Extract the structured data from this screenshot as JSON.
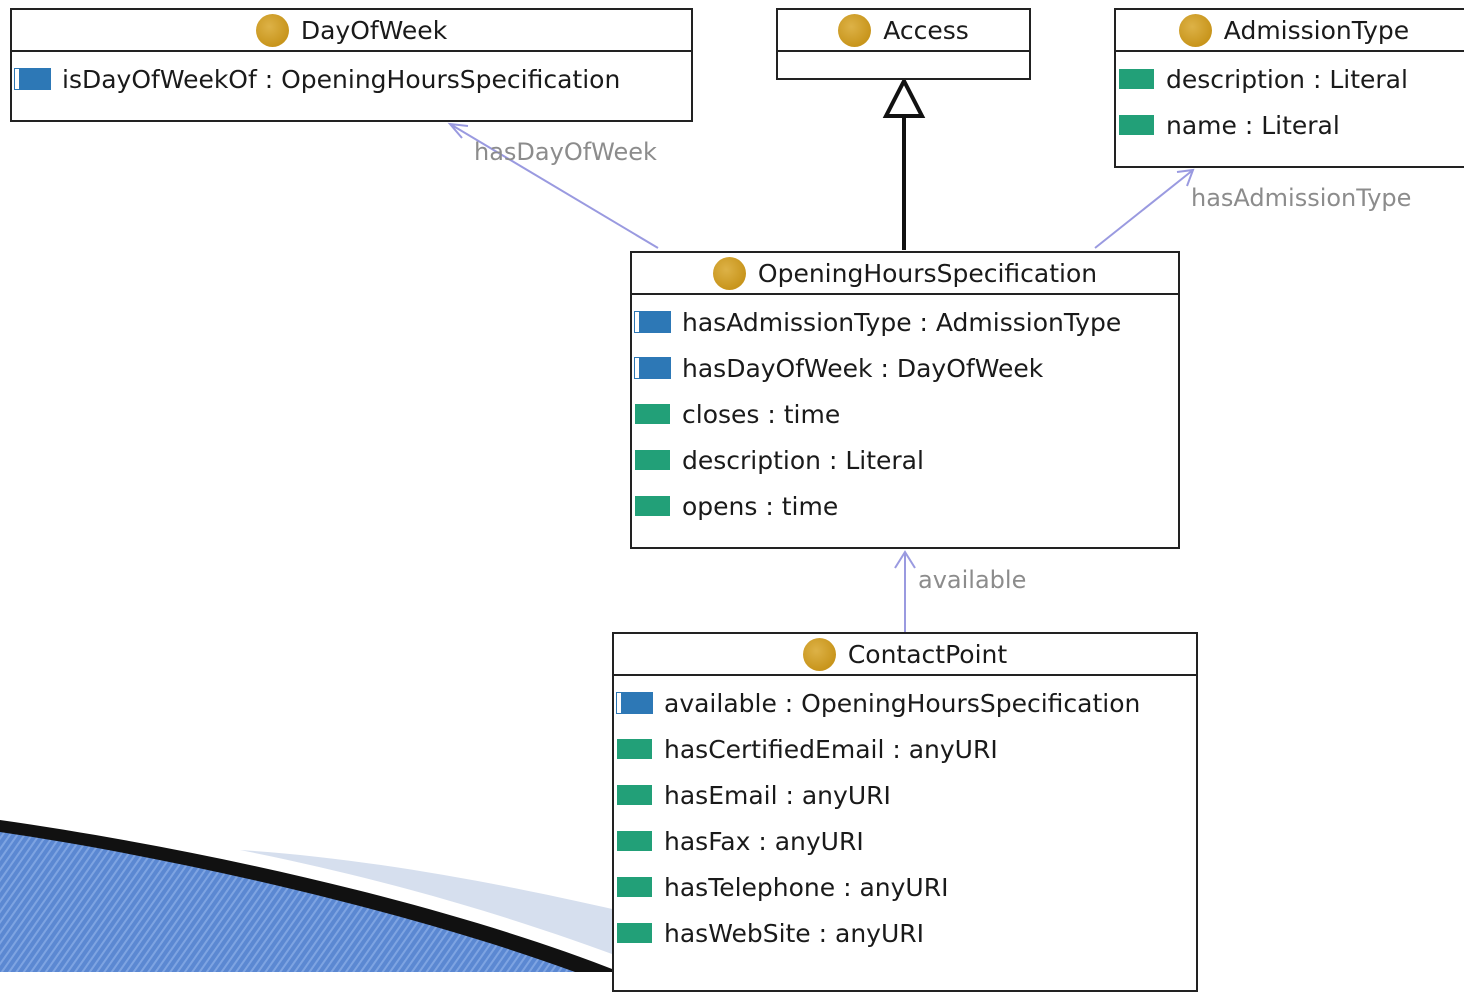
{
  "classes": {
    "dayofweek": {
      "name": "DayOfWeek",
      "attrs": [
        {
          "text": "isDayOfWeekOf : OpeningHoursSpecification",
          "kind": "object"
        }
      ]
    },
    "access": {
      "name": "Access",
      "attrs": []
    },
    "admissiontype": {
      "name": "AdmissionType",
      "attrs": [
        {
          "text": "description : Literal",
          "kind": "data"
        },
        {
          "text": "name : Literal",
          "kind": "data"
        }
      ]
    },
    "openinghours": {
      "name": "OpeningHoursSpecification",
      "attrs": [
        {
          "text": "hasAdmissionType : AdmissionType",
          "kind": "object"
        },
        {
          "text": "hasDayOfWeek : DayOfWeek",
          "kind": "object"
        },
        {
          "text": "closes : time",
          "kind": "data"
        },
        {
          "text": "description : Literal",
          "kind": "data"
        },
        {
          "text": "opens : time",
          "kind": "data"
        }
      ]
    },
    "contactpoint": {
      "name": "ContactPoint",
      "attrs": [
        {
          "text": "available : OpeningHoursSpecification",
          "kind": "object"
        },
        {
          "text": "hasCertifiedEmail : anyURI",
          "kind": "data"
        },
        {
          "text": "hasEmail : anyURI",
          "kind": "data"
        },
        {
          "text": "hasFax : anyURI",
          "kind": "data"
        },
        {
          "text": "hasTelephone : anyURI",
          "kind": "data"
        },
        {
          "text": "hasWebSite : anyURI",
          "kind": "data"
        }
      ]
    }
  },
  "edges": {
    "has_day_of_week": "hasDayOfWeek",
    "has_admission_type": "hasAdmissionType",
    "available": "available"
  },
  "colors": {
    "class_dot": "#c8951c",
    "object_property": "#2d78b6",
    "data_property": "#22a078",
    "association_line": "#9a9ae0",
    "edge_label": "#8c8c8c",
    "border": "#222222"
  }
}
